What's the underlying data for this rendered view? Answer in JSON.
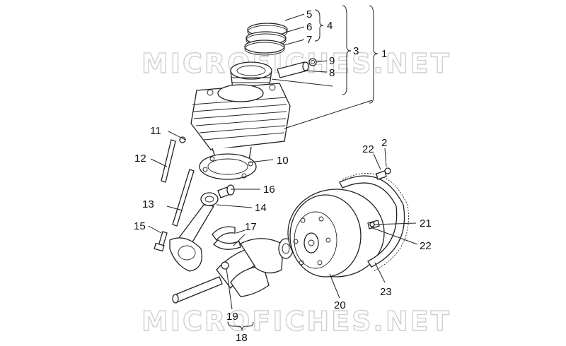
{
  "watermark": "MICROFICHES.NET",
  "callouts": [
    {
      "id": "5",
      "text": "5"
    },
    {
      "id": "6",
      "text": "6"
    },
    {
      "id": "7",
      "text": "7"
    },
    {
      "id": "4",
      "text": "4"
    },
    {
      "id": "3",
      "text": "3"
    },
    {
      "id": "1",
      "text": "1"
    },
    {
      "id": "9",
      "text": "9"
    },
    {
      "id": "8",
      "text": "8"
    },
    {
      "id": "11",
      "text": "11"
    },
    {
      "id": "12",
      "text": "12"
    },
    {
      "id": "10",
      "text": "10"
    },
    {
      "id": "16",
      "text": "16"
    },
    {
      "id": "13",
      "text": "13"
    },
    {
      "id": "14",
      "text": "14"
    },
    {
      "id": "15",
      "text": "15"
    },
    {
      "id": "17",
      "text": "17"
    },
    {
      "id": "22a",
      "text": "22"
    },
    {
      "id": "2",
      "text": "2"
    },
    {
      "id": "21",
      "text": "21"
    },
    {
      "id": "22b",
      "text": "22"
    },
    {
      "id": "23",
      "text": "23"
    },
    {
      "id": "20",
      "text": "20"
    },
    {
      "id": "19",
      "text": "19"
    },
    {
      "id": "18",
      "text": "18"
    }
  ]
}
